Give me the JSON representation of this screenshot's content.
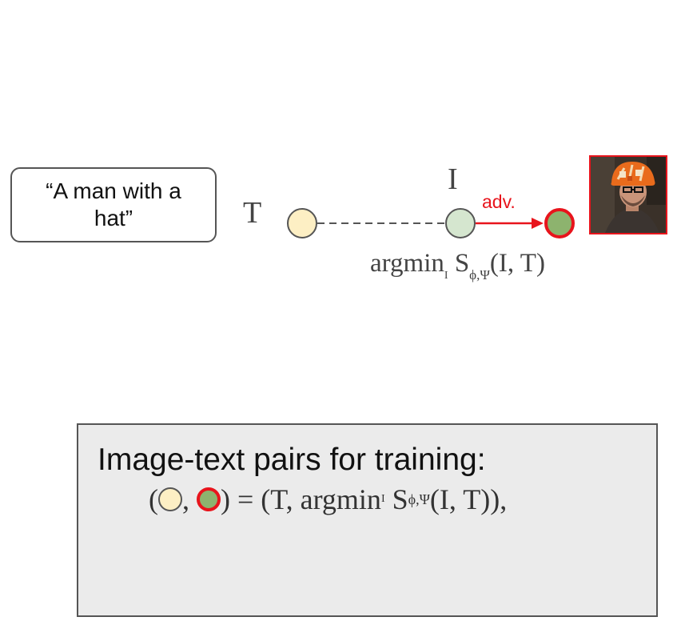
{
  "caption": {
    "text": "“A man with a hat”"
  },
  "diagram": {
    "text_node_label": "T",
    "image_node_label": "I",
    "attack_label": "adv.",
    "objective": {
      "prefix": "argmin",
      "prefix_sub": "I",
      "func": "S",
      "func_sub": "ϕ,Ψ",
      "args": "(I, T)"
    },
    "colors": {
      "text_node": "#fdefc4",
      "image_node": "#d5e6cf",
      "adversarial_node": "#8db36e",
      "attack_arrow": "#e8141c"
    }
  },
  "training": {
    "title": "Image-text pairs for training:",
    "formula": {
      "open": "(",
      "comma": ",",
      "close_eq": ") = (T, ",
      "prefix": "argmin",
      "prefix_sub": "I",
      "func": "S",
      "func_sub": "ϕ,Ψ",
      "args": "(I, T)),"
    }
  }
}
